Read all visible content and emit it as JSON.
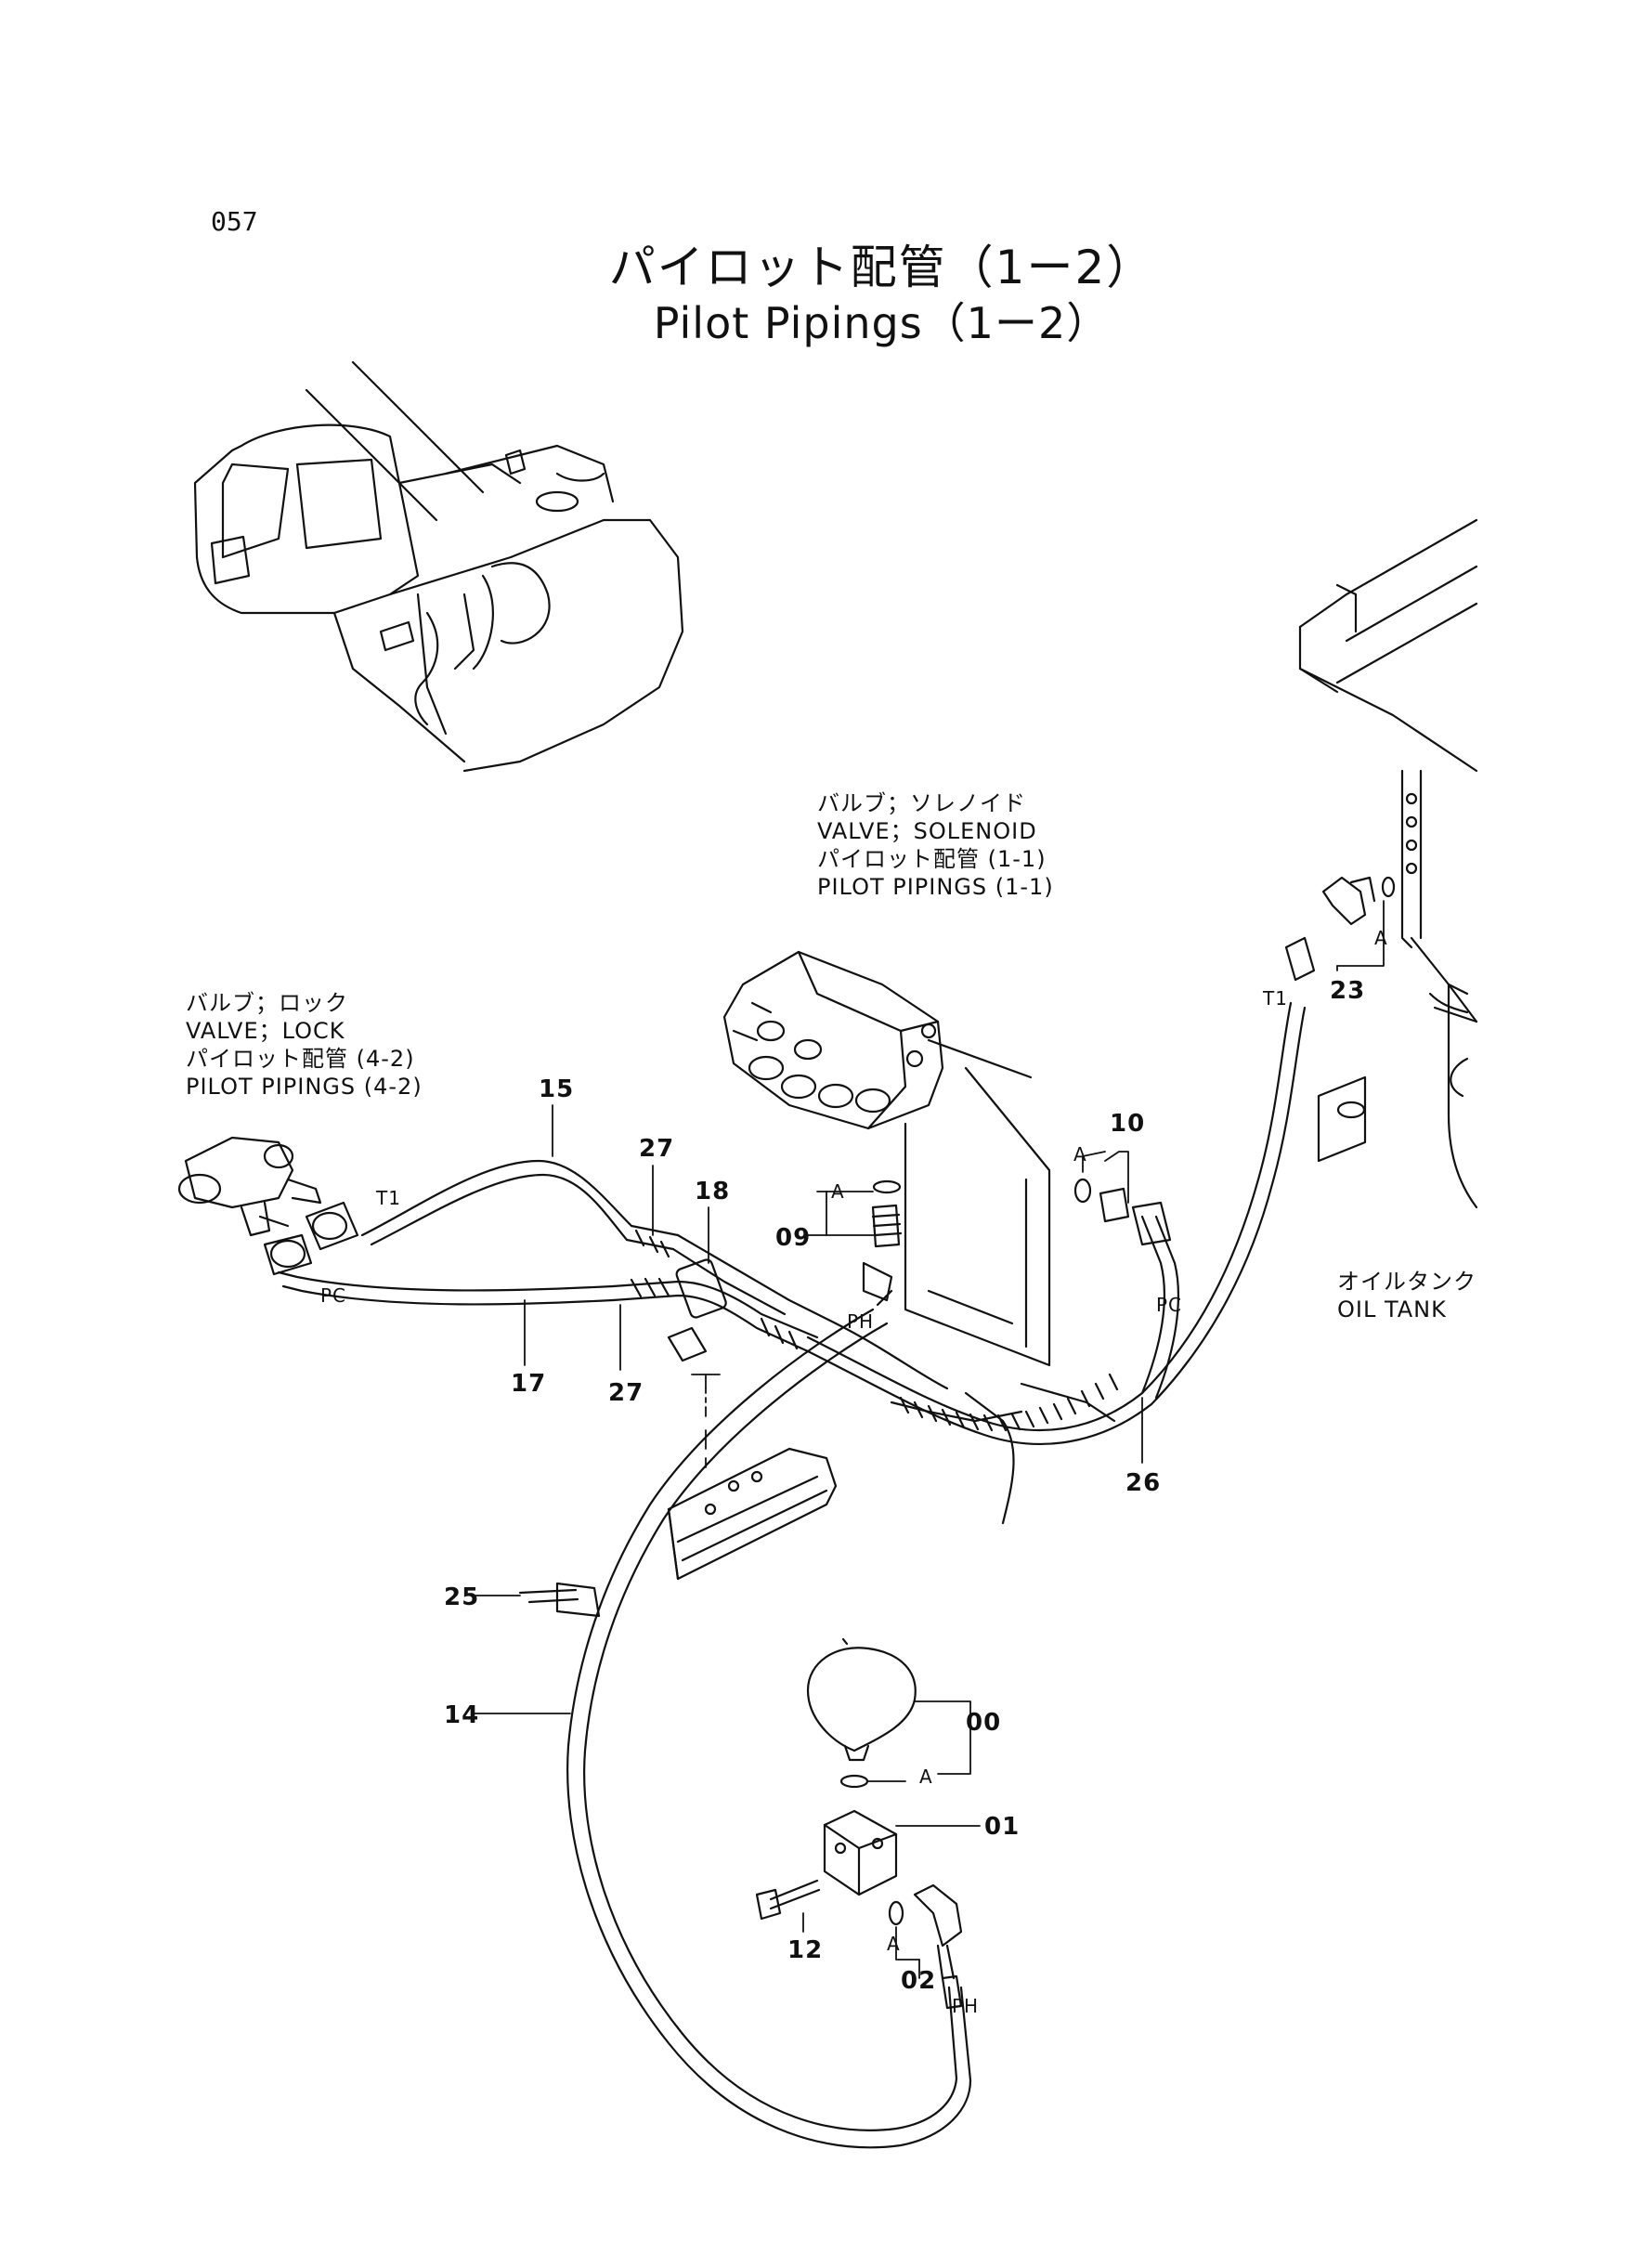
{
  "page": {
    "number": "057"
  },
  "title": {
    "japanese": "パイロット配管（1ー2）",
    "english": "Pilot Pipings（1ー2）"
  },
  "references": {
    "solenoid_valve": {
      "jp": "バルブ；ソレノイド",
      "en": "VALVE；SOLENOID",
      "see_jp": "パイロット配管 (1-1)",
      "see_en": "PILOT PIPINGS (1-1)"
    },
    "lock_valve": {
      "jp": "バルブ；ロック",
      "en": "VALVE；LOCK",
      "see_jp": "パイロット配管 (4-2)",
      "see_en": "PILOT PIPINGS (4-2)"
    },
    "oil_tank": {
      "jp": "オイルタンク",
      "en": "OIL TANK"
    }
  },
  "part_numbers": [
    "00",
    "01",
    "02",
    "09",
    "10",
    "12",
    "14",
    "15",
    "17",
    "18",
    "23",
    "25",
    "26",
    "27",
    "27"
  ],
  "port_labels": [
    "T1",
    "T1",
    "PC",
    "PC",
    "PH",
    "PH"
  ],
  "seal_mark": "A"
}
